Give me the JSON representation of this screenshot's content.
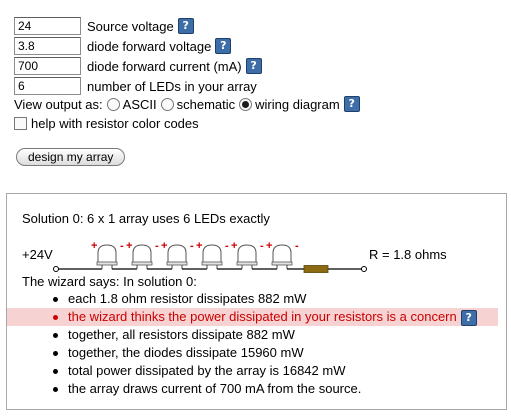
{
  "form": {
    "fields": [
      {
        "value": "24",
        "label": "Source voltage",
        "help": true
      },
      {
        "value": "3.8",
        "label": "diode forward voltage",
        "help": true
      },
      {
        "value": "700",
        "label": "diode forward current (mA)",
        "help": true
      },
      {
        "value": "6",
        "label": "number of LEDs in your array",
        "help": false
      }
    ],
    "output_label": "View output as:",
    "output_options": [
      "ASCII",
      "schematic",
      "wiring diagram"
    ],
    "output_selected": "wiring diagram",
    "color_codes_label": "help with resistor color codes",
    "color_codes_checked": false,
    "design_button": "design my array",
    "help_glyph": "?"
  },
  "result": {
    "solution_title": "Solution 0: 6 x 1 array uses 6 LEDs exactly",
    "supply_label": "+24V",
    "resistor_label": "R = 1.8 ohms",
    "led_count": 6,
    "plus_sign": "+",
    "minus_sign": "-",
    "wizard_intro": "The wizard says: In solution 0:",
    "bullets": [
      {
        "text": "each 1.8 ohm resistor dissipates 882 mW",
        "warning": false
      },
      {
        "text": "the wizard thinks the power dissipated in your resistors is a concern",
        "warning": true
      },
      {
        "text": "together, all resistors dissipate 882 mW",
        "warning": false
      },
      {
        "text": "together, the diodes dissipate 15960 mW",
        "warning": false
      },
      {
        "text": "total power dissipated by the array is 16842 mW",
        "warning": false
      },
      {
        "text": "the array draws current of 700 mA from the source.",
        "warning": false
      }
    ]
  },
  "colors": {
    "led_polarity": "#cc0000",
    "warning_text": "#cc0000",
    "warning_bg": "#f6d2d2",
    "resistor": "#8b6a12",
    "help_icon": "#3d6ea8"
  },
  "icons": [
    "help-icon",
    "radio-icon",
    "checkbox-icon",
    "led-icon",
    "resistor-icon"
  ]
}
